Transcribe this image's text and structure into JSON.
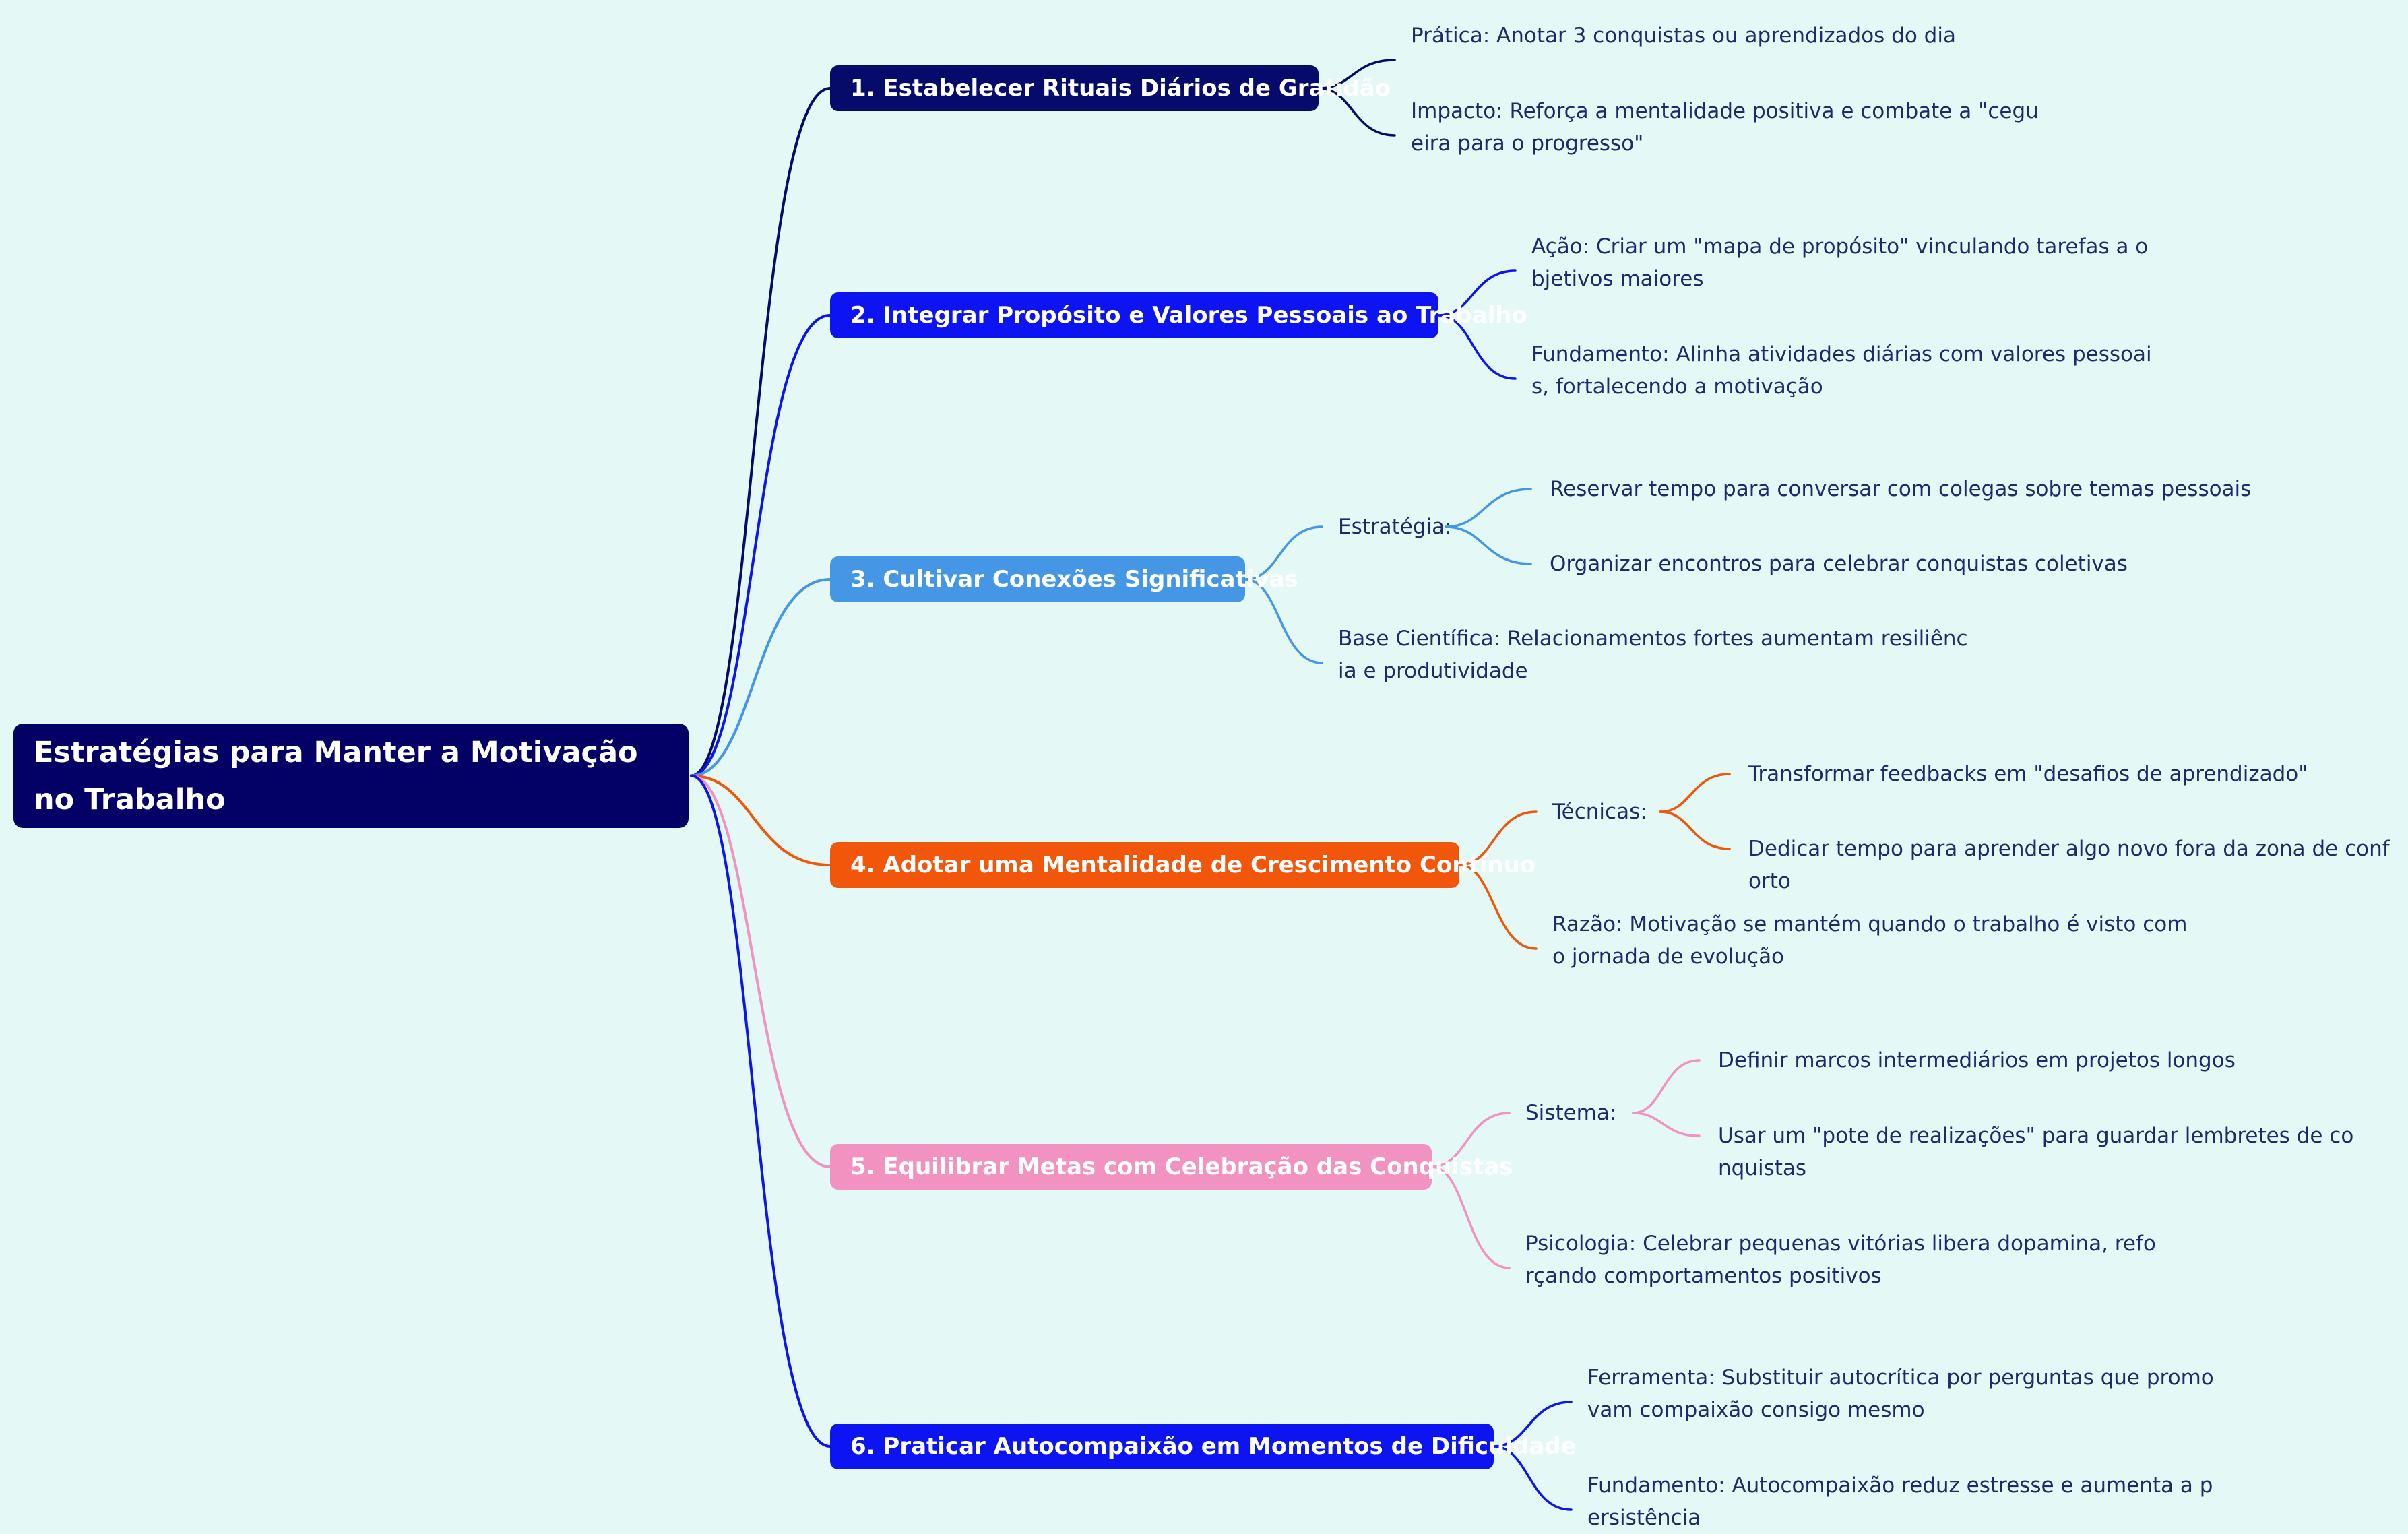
{
  "title": "Estratégias para Manter a Motivação no Trabalho",
  "colors": {
    "background": "#e4f8f6",
    "root": "#030066",
    "text": "#1d2a6b"
  },
  "branches": [
    {
      "label": "1. Estabelecer Rituais Diários de Gratidão",
      "color": "#060a6b",
      "children": [
        {
          "text": "Prática: Anotar 3 conquistas ou aprendizados do dia"
        },
        {
          "text": "Impacto: Reforça a mentalidade positiva e combate a \"cegueira para o progresso\""
        }
      ]
    },
    {
      "label": "2. Integrar Propósito e Valores Pessoais ao Trabalho",
      "color": "#0c14f2",
      "children": [
        {
          "text": "Ação: Criar um \"mapa de propósito\" vinculando tarefas a objetivos maiores"
        },
        {
          "text": "Fundamento: Alinha atividades diárias com valores pessoais, fortalecendo a motivação"
        }
      ]
    },
    {
      "label": "3. Cultivar Conexões Significativas",
      "color": "#4597e6",
      "children": [
        {
          "text": "Estratégia:",
          "children": [
            {
              "text": "Reservar tempo para conversar com colegas sobre temas pessoais"
            },
            {
              "text": "Organizar encontros para celebrar conquistas coletivas"
            }
          ]
        },
        {
          "text": "Base Científica: Relacionamentos fortes aumentam resiliência e produtividade"
        }
      ]
    },
    {
      "label": "4. Adotar uma Mentalidade de Crescimento Contínuo",
      "color": "#f2560b",
      "children": [
        {
          "text": "Técnicas:",
          "children": [
            {
              "text": "Transformar feedbacks em \"desafios de aprendizado\""
            },
            {
              "text": "Dedicar tempo para aprender algo novo fora da zona de conforto"
            }
          ]
        },
        {
          "text": "Razão: Motivação se mantém quando o trabalho é visto como jornada de evolução"
        }
      ]
    },
    {
      "label": "5. Equilibrar Metas com Celebração das Conquistas",
      "color": "#f292c0",
      "children": [
        {
          "text": "Sistema:",
          "children": [
            {
              "text": "Definir marcos intermediários em projetos longos"
            },
            {
              "text": "Usar um \"pote de realizações\" para guardar lembretes de conquistas"
            }
          ]
        },
        {
          "text": "Psicologia: Celebrar pequenas vitórias libera dopamina, reforçando comportamentos positivos"
        }
      ]
    },
    {
      "label": "6. Praticar Autocompaixão em Momentos de Dificuldade",
      "color": "#0c14f2",
      "children": [
        {
          "text": "Ferramenta: Substituir autocrítica por perguntas que promovam compaixão consigo mesmo"
        },
        {
          "text": "Fundamento: Autocompaixão reduz estresse e aumenta a persistência"
        }
      ]
    }
  ]
}
